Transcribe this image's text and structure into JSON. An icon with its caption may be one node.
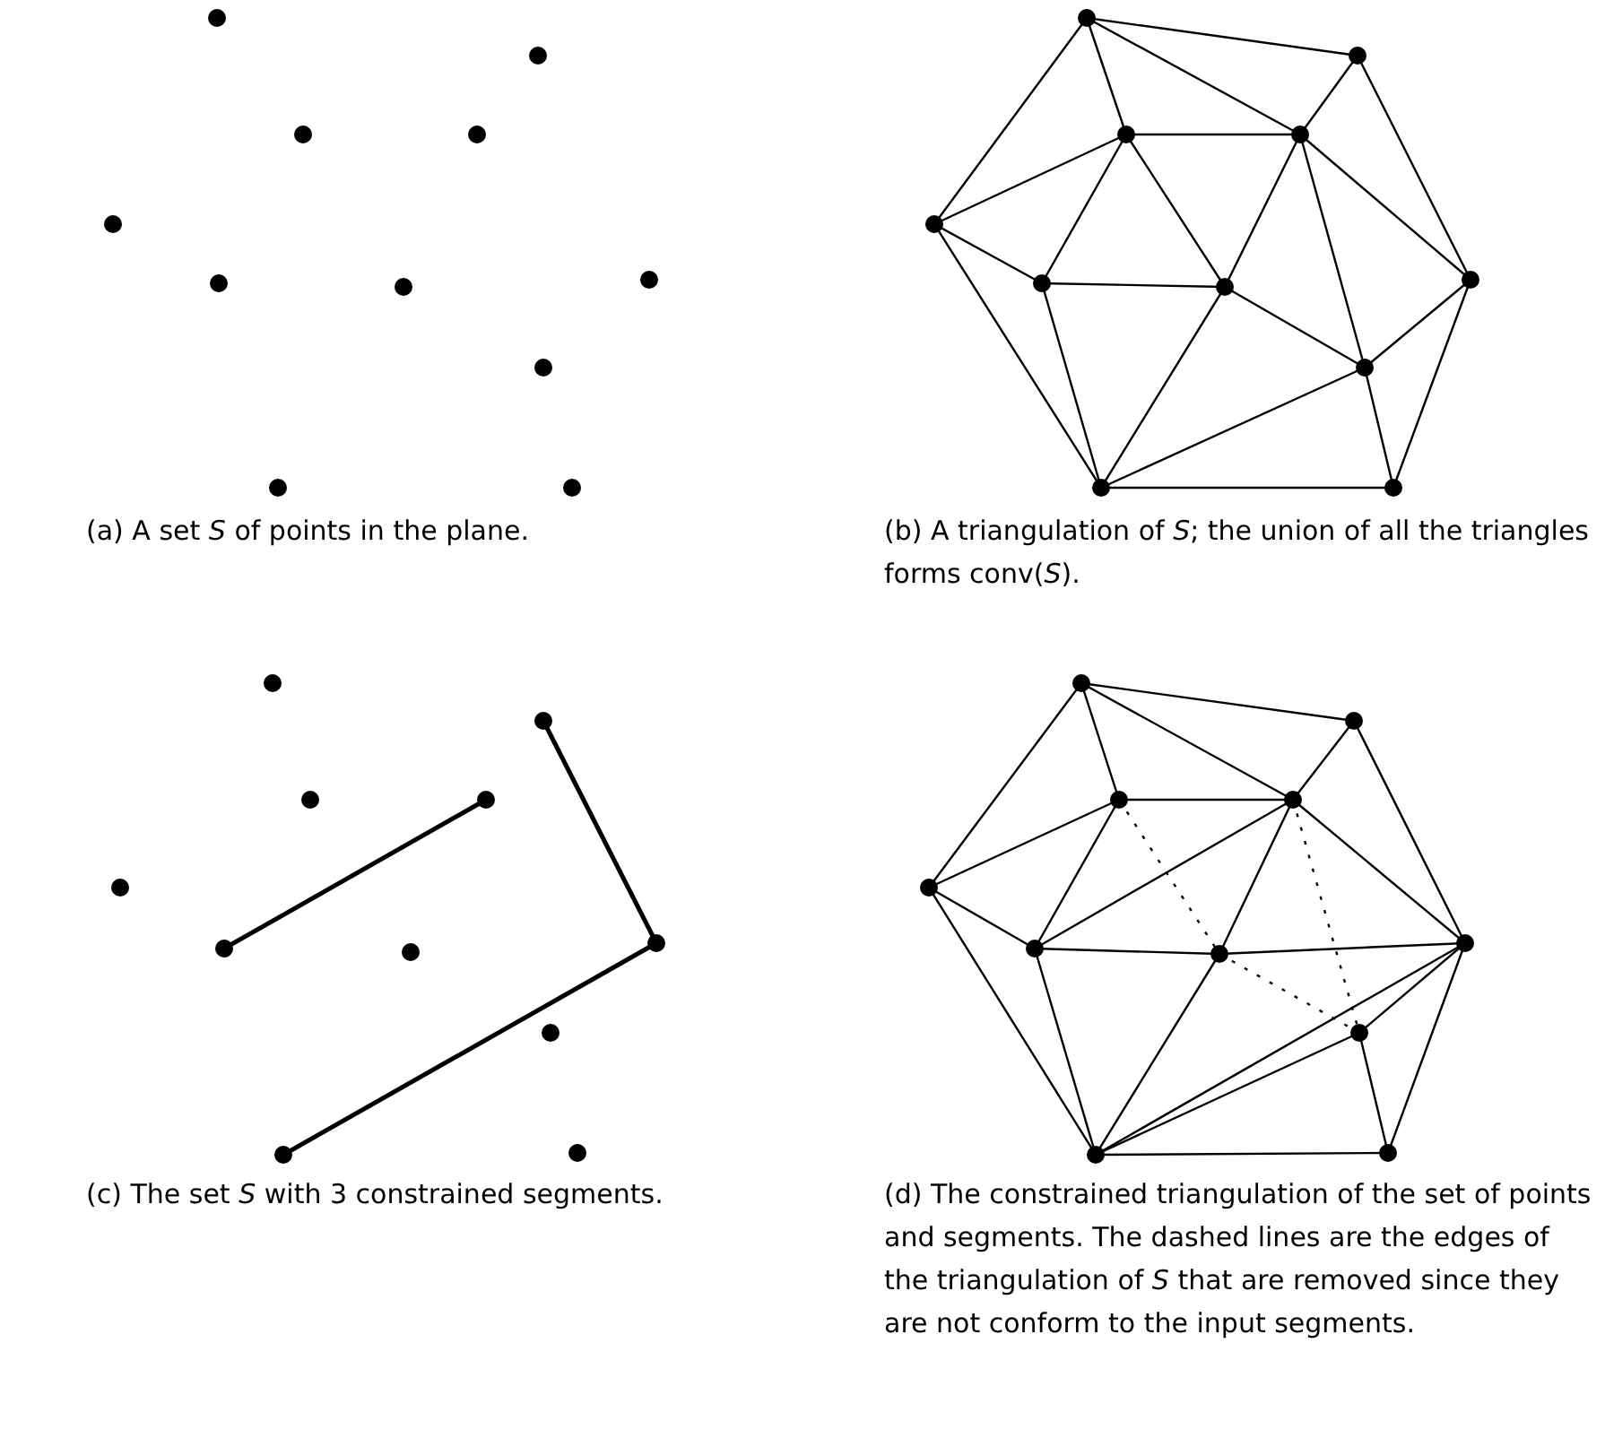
{
  "diagram": {
    "labels": [
      "(a) A set *S* of points in the plane.",
      "(b) A triangulation of *S*; the union of all the triangles forms conv(*S*).",
      "(c) The set *S* with 3 constrained segments.",
      "(d) The constrained triangulation of the set of points and segments. The dashed lines are the edges of the triangulation of *S* that are removed since they are not conform to the input segments."
    ]
  }
}
